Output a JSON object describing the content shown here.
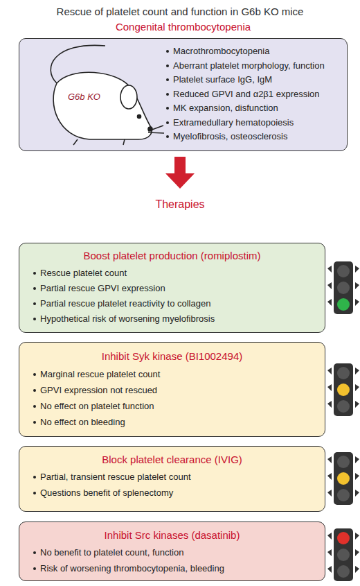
{
  "diagram": {
    "title": "Rescue of platelet count and function in G6b KO mice",
    "nodes": [
      {
        "text": [
          "Congenital thrombocytopenia",
          "G6b KO",
          "Macrothrombocytopenia",
          "Aberrant platelet morphology, function",
          "Platelet surface IgG, IgM",
          "Reduced GPVI and α2β1 expression",
          "MK expansion, disfunction",
          "Extramedullary hematopoiesis",
          "Myelofibrosis, osteosclerosis"
        ]
      },
      {
        "text": [
          "Boost platelet production (romiplostim)",
          "Rescue platelet count",
          "Partial rescue GPVI expression",
          "Partial rescue platelet reactivity to collagen",
          "Hypothetical risk of worsening myelofibrosis"
        ]
      },
      {
        "text": [
          "Inhibit Syk kinase (BI1002494)",
          "Marginal rescue platelet count",
          "GPVI expression not rescued",
          "No effect on platelet function",
          "No effect on bleeding"
        ]
      },
      {
        "text": [
          "Block platelet clearance (IVIG)",
          "Partial, transient rescue platelet count",
          "Questions benefit of splenectomy"
        ]
      },
      {
        "text": [
          "Inhibit Src kinases (dasatinib)",
          "No benefit to platelet count, function",
          "Risk of worsening thrombocytopenia, bleeding"
        ]
      }
    ],
    "labels": [
      "Therapies"
    ]
  }
}
